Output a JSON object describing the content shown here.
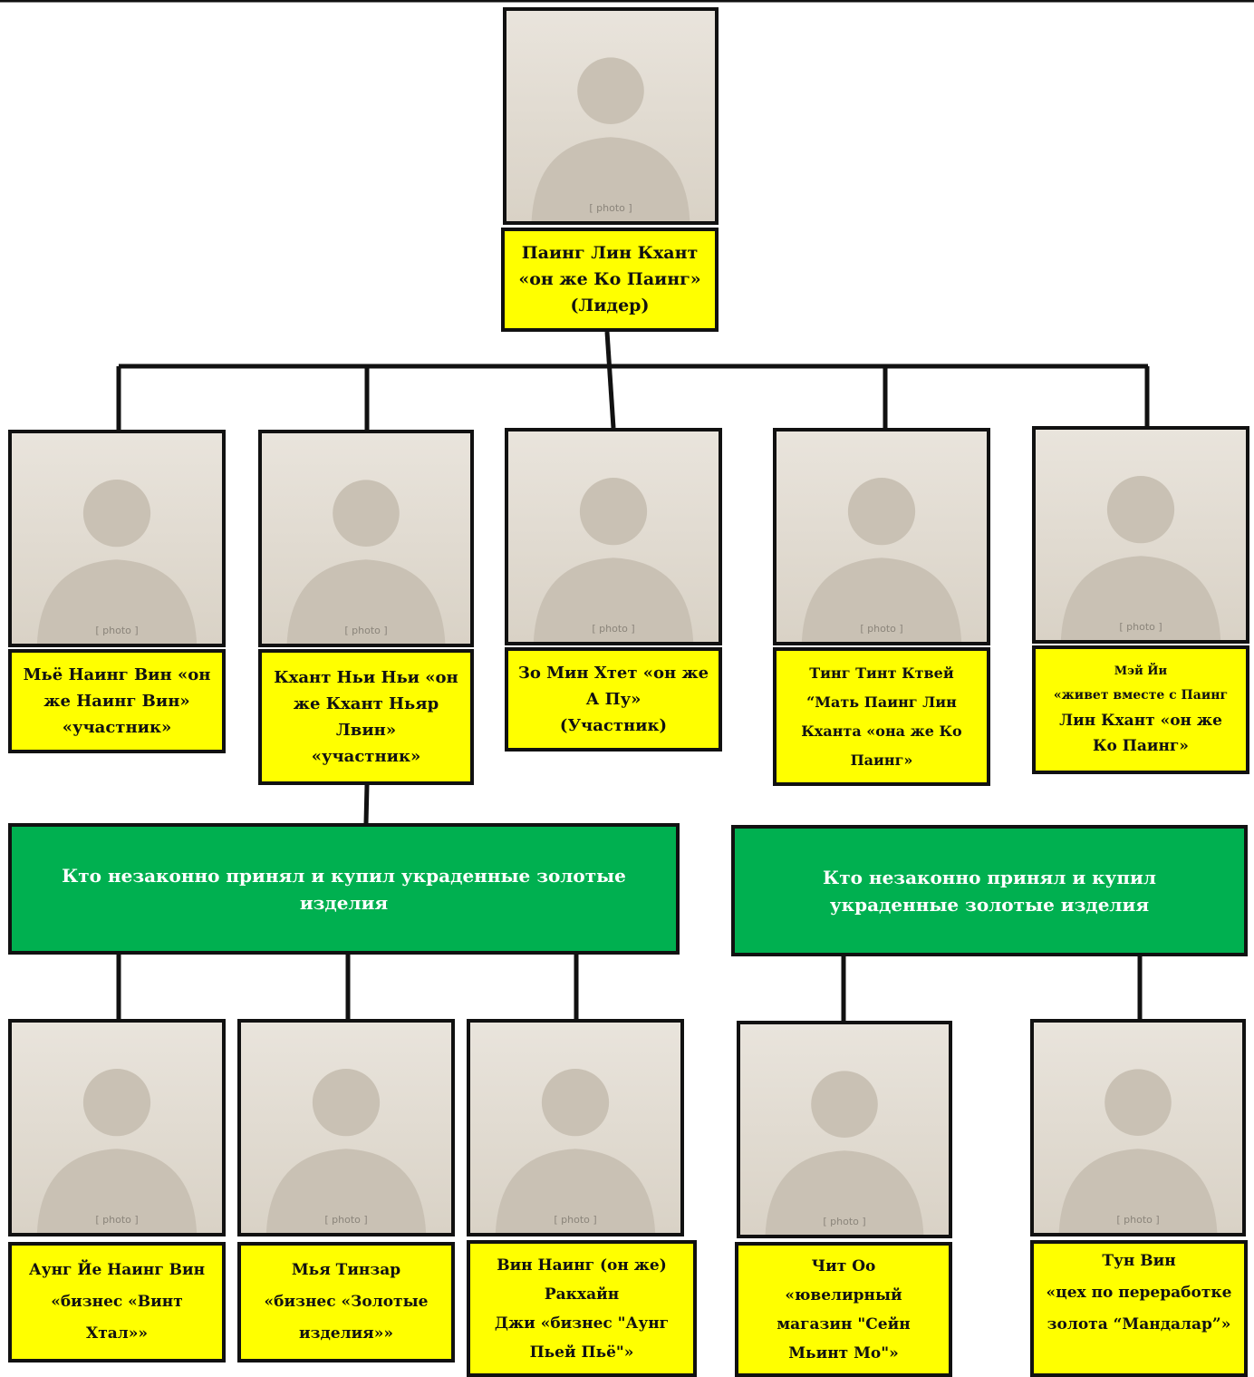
{
  "leader": {
    "photo_alt": "",
    "label_lines": [
      "Паинг Лин Кхант",
      "«он же Ко Паинг»",
      "(Лидер)"
    ]
  },
  "members": [
    {
      "label_lines": [
        "Мьё Наинг Вин «он",
        "же Наинг Вин»",
        "«участник»"
      ]
    },
    {
      "label_lines": [
        "Кхант Ньи Ньи «он",
        "же Кхант Ньяр",
        "Лвин»",
        "«участник»"
      ]
    },
    {
      "label_lines": [
        "Зо Мин Хтет «он же",
        "А Пу»",
        "(Участник)"
      ]
    },
    {
      "label_lines": [
        "Тинг Тинт Ктвей",
        "“Мать Паинг Лин",
        "Кханта «она же Ко",
        "Паинг»"
      ]
    },
    {
      "label_lines": [
        "Мэй Йи",
        "«живет вместе с Паинг",
        "Лин Кхант «он же",
        "Ко Паинг»"
      ]
    }
  ],
  "buyer_groups": [
    {
      "title": "Кто незаконно принял и купил украденные золотые изделия"
    },
    {
      "title": "Кто незаконно принял и купил украденные золотые изделия"
    }
  ],
  "buyers": [
    {
      "label_lines": [
        "Аунг Йе Наинг Вин",
        "«бизнес «Винт",
        "Хтал»»"
      ]
    },
    {
      "label_lines": [
        "Мья Тинзар",
        "«бизнес «Золотые",
        "изделия»»"
      ]
    },
    {
      "label_lines": [
        "Вин Наинг (он же)",
        "Ракхайн",
        "Джи «бизнес \"Аунг",
        "Пьей Пьё\"»"
      ]
    },
    {
      "label_lines": [
        "Чит Оо",
        "«ювелирный",
        "магазин \"Сейн",
        "Мьинт Мо\"»"
      ]
    },
    {
      "label_lines": [
        "Тун Вин",
        "«цех по переработке",
        "золота “Мандалар”»"
      ]
    }
  ],
  "colors": {
    "label_bg": "#ffff00",
    "group_bg": "#00b050",
    "line": "#111111"
  }
}
